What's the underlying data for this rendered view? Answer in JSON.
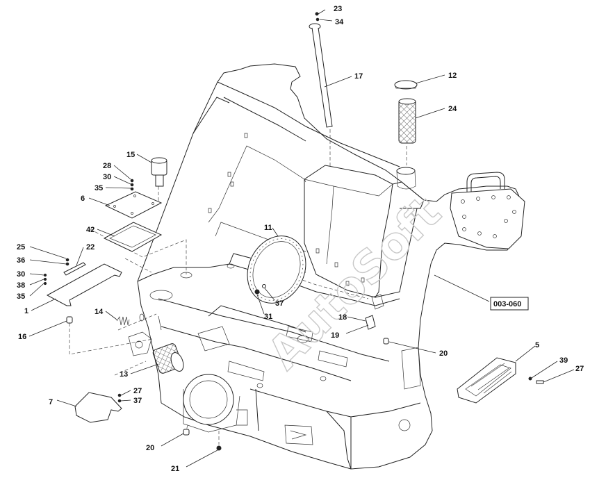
{
  "watermark": "AutoSoft",
  "reference_box": "003-060",
  "labels": [
    "23",
    "34",
    "17",
    "12",
    "24",
    "15",
    "28",
    "30",
    "35",
    "6",
    "42",
    "11",
    "25",
    "22",
    "36",
    "30",
    "38",
    "35",
    "1",
    "14",
    "16",
    "13",
    "37",
    "31",
    "18",
    "19",
    "20",
    "5",
    "39",
    "27",
    "27",
    "37",
    "7",
    "20",
    "21"
  ]
}
